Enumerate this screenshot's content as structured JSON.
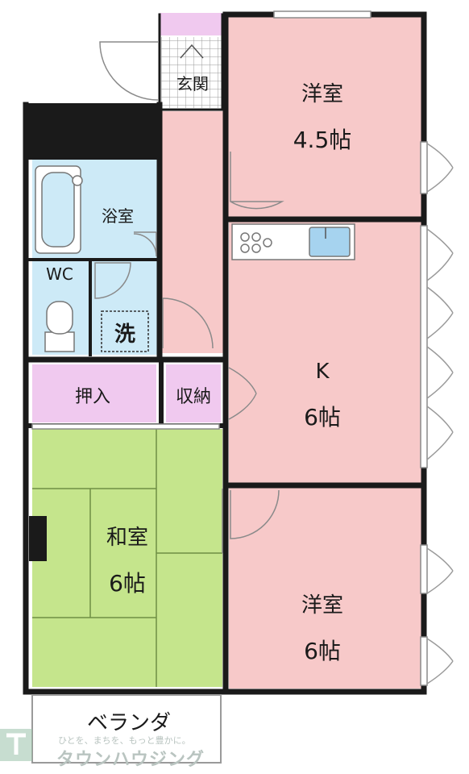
{
  "rooms": {
    "entrance": "玄関",
    "bedroom_north": {
      "name": "洋室",
      "size": "4.5帖"
    },
    "bath": "浴室",
    "wc": "WC",
    "washer": "洗",
    "kitchen": {
      "name": "K",
      "size": "6帖"
    },
    "closet": "押入",
    "storage": "収納",
    "tatami": {
      "name": "和室",
      "size": "6帖"
    },
    "bedroom_south": {
      "name": "洋室",
      "size": "6帖"
    },
    "balcony": "ベランダ"
  },
  "watermark": {
    "tagline": "ひとを、まちを、もっと豊かに。",
    "company": "タウンハウジング"
  },
  "colors": {
    "western_room": "#f7c9c9",
    "tatami": "#c5e58c",
    "closet": "#f0c9ef",
    "wet_area": "#cdeaf7",
    "wall": "#1a1a1a"
  }
}
